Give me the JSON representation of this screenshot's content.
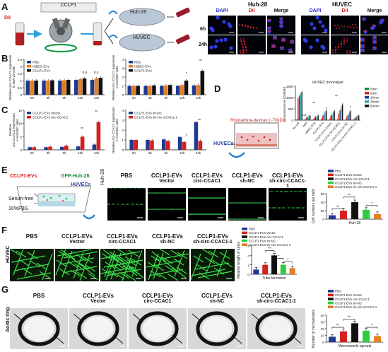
{
  "panel_letters": {
    "A": "A",
    "B": "B",
    "C": "C",
    "D": "D",
    "E": "E",
    "F": "F",
    "G": "G"
  },
  "panelA": {
    "cell_line": "CCLP1",
    "dil_label": "DiI",
    "huh28_dish": "Huh-28",
    "huvec_dish": "HUVEC",
    "huh28_header": "Huh-28",
    "huvec_header": "HUVEC",
    "col_labels": [
      "DAPI",
      "DiI",
      "Merge",
      "DAPI",
      "DiI",
      "Merge"
    ],
    "row_labels": [
      "6h",
      "24h"
    ],
    "colors": {
      "dapi": "#2b2bd6",
      "dil": "#d22020"
    }
  },
  "panelD": {
    "source_label": "Rhodamine-dextran (~70kDa)",
    "cells_label": "HUVECs"
  },
  "panelE": {
    "ev_label": "CCLP1-EVs",
    "gfp_label": "GFP-Huh-28",
    "huvecs_label": "HUVECs",
    "serum_free": "Serum-free",
    "fbs": "10%FBS",
    "row_label": "Huh-28",
    "image_titles": [
      {
        "l1": "PBS",
        "l2": ""
      },
      {
        "l1": "CCLP1-EVs",
        "l2": "Vector"
      },
      {
        "l1": "CCLP1-EVs",
        "l2": "circ-CCAC1"
      },
      {
        "l1": "CCLP1-EVs",
        "l2": "sh-NC"
      },
      {
        "l1": "CCLP1-EVs",
        "l2": "sh-circ-CCAC1-1"
      }
    ]
  },
  "panelF": {
    "row_label": "HUVEC",
    "image_titles": [
      {
        "l1": "PBS",
        "l2": ""
      },
      {
        "l1": "CCLP1-EVs",
        "l2": "Vector"
      },
      {
        "l1": "CCLP1-EVs",
        "l2": "circ-CCAC1"
      },
      {
        "l1": "CCLP1-EVs",
        "l2": "sh-NC"
      },
      {
        "l1": "CCLP1-EVs",
        "l2": "sh-circ-CCAC1-1"
      }
    ]
  },
  "panelG": {
    "row_label": "Aortic ring",
    "image_titles": [
      {
        "l1": "PBS",
        "l2": ""
      },
      {
        "l1": "CCLP1-EVs",
        "l2": "Vector"
      },
      {
        "l1": "CCLP1-EVs",
        "l2": "circ-CCAC1"
      },
      {
        "l1": "CCLP1-EVs",
        "l2": "sh-NC"
      },
      {
        "l1": "CCLP1-EVs",
        "l2": "sh-circ-CCAC1-1"
      }
    ]
  },
  "chart_data": [
    {
      "id": "B1",
      "type": "bar",
      "ylabel": "Relative circ-CCAC1 expression in Huh-28 cells",
      "categories": [
        "0h",
        "3h",
        "6h",
        "12h",
        "24h"
      ],
      "ylim": [
        0,
        2.5
      ],
      "yticks": [
        0,
        0.5,
        1.0,
        1.5,
        2.0,
        2.5
      ],
      "series": [
        {
          "name": "PBS",
          "color": "#1f3a93",
          "values": [
            1.0,
            1.0,
            1.0,
            1.05,
            1.05
          ]
        },
        {
          "name": "HiBEC-EVs",
          "color": "#e67e22",
          "values": [
            1.0,
            1.0,
            1.02,
            1.1,
            1.15
          ]
        },
        {
          "name": "CCLP1-EVs",
          "color": "#111111",
          "values": [
            1.0,
            1.02,
            1.05,
            1.15,
            1.2
          ]
        }
      ],
      "annotations": [
        "n.s",
        "n.s"
      ],
      "legend": "top-left"
    },
    {
      "id": "B2",
      "type": "bar",
      "ylabel": "Relative circ-CCAC1 expression in HUVEC cells",
      "categories": [
        "0h",
        "3h",
        "6h",
        "12h",
        "24h"
      ],
      "ylim": [
        0,
        4
      ],
      "yticks": [
        0,
        1,
        2,
        3,
        4
      ],
      "series": [
        {
          "name": "PBS",
          "color": "#1f3a93",
          "values": [
            1.0,
            1.0,
            1.0,
            1.0,
            1.05
          ]
        },
        {
          "name": "HiBEC-EVs",
          "color": "#e67e22",
          "values": [
            1.0,
            1.0,
            1.05,
            1.1,
            1.1
          ]
        },
        {
          "name": "CCLP1-EVs",
          "color": "#111111",
          "values": [
            1.0,
            1.05,
            1.1,
            1.6,
            2.7
          ]
        }
      ],
      "annotations": [
        "*",
        "**"
      ],
      "legend": "top-left"
    },
    {
      "id": "C1",
      "type": "bar",
      "ylabel": "Relative circ-CCAC1 expression in HUVEC cells",
      "categories": [
        "0h",
        "3h",
        "6h",
        "12h",
        "24h"
      ],
      "ylim": [
        0,
        15
      ],
      "yticks": [
        0,
        5,
        10,
        15
      ],
      "series": [
        {
          "name": "CCLP1-EVs Vector",
          "color": "#1f3a93",
          "values": [
            1.0,
            1.0,
            1.1,
            1.3,
            2.0
          ]
        },
        {
          "name": "CCLP1-EVs circ-CCAC1",
          "color": "#d62020",
          "values": [
            1.0,
            1.2,
            1.6,
            5.0,
            10.5
          ]
        }
      ],
      "annotations": [
        "**",
        "**"
      ],
      "legend": "top-left"
    },
    {
      "id": "C2",
      "type": "bar",
      "ylabel": "Relative circ-CCAC1 expression in HUVEC cells",
      "categories": [
        "0h",
        "3h",
        "6h",
        "12h",
        "24h"
      ],
      "ylim": [
        0,
        4
      ],
      "yticks": [
        0,
        1,
        2,
        3,
        4
      ],
      "series": [
        {
          "name": "CCLP1-EVs sh-NC",
          "color": "#1f3a93",
          "values": [
            1.0,
            1.0,
            1.05,
            1.3,
            2.8
          ]
        },
        {
          "name": "CCLP1-EVs sh-circ-CCAC1-1",
          "color": "#d62020",
          "values": [
            1.0,
            0.95,
            0.9,
            0.8,
            0.9
          ]
        }
      ],
      "annotations": [
        "*",
        "**"
      ],
      "legend": "top-left"
    },
    {
      "id": "D",
      "type": "bar",
      "title": "HUVEC monolayer",
      "ylabel": "Fluorescence (OD590)",
      "categories": [
        "No cell",
        "PBS",
        "HiBEC-EVs",
        "CCLP1-EVs",
        "CCLP1-EVs-Vector",
        "CCLP1-EVs-circ-CCAC1",
        "CCLP1-EVs-sh-NC",
        "CCLP1-EVs-sh-circ-CCAC1-1"
      ],
      "ylim": [
        0,
        1500
      ],
      "yticks": [
        0,
        500,
        1000,
        1500
      ],
      "series": [
        {
          "name": "0min",
          "color": "#1b8a3c",
          "values": [
            5,
            5,
            5,
            5,
            5,
            5,
            5,
            5
          ]
        },
        {
          "name": "5min",
          "color": "#d62020",
          "values": [
            950,
            80,
            90,
            150,
            140,
            260,
            140,
            90
          ]
        },
        {
          "name": "10min",
          "color": "#1f3a93",
          "values": [
            1050,
            110,
            120,
            230,
            220,
            420,
            220,
            120
          ]
        },
        {
          "name": "30min",
          "color": "#22a6b3",
          "values": [
            1150,
            150,
            160,
            330,
            320,
            560,
            320,
            160
          ]
        },
        {
          "name": "60min",
          "color": "#111111",
          "values": [
            1250,
            190,
            200,
            420,
            400,
            700,
            400,
            200
          ]
        }
      ],
      "annotations": [
        "n.s",
        "**",
        "*",
        "**",
        "*"
      ],
      "legend": "right"
    },
    {
      "id": "E",
      "type": "bar",
      "xlabel": "Huh-28",
      "ylabel": "Cell numbers per field",
      "categories": [
        "PBS",
        "CCLP1 EVs Vector",
        "CCLP1 EVs circ-CCAC1",
        "CCLP1 EVs sh-NC",
        "CCLP1 EVs sh-circ-CCAC1-1"
      ],
      "ylim": [
        0,
        60
      ],
      "yticks": [
        0,
        20,
        40,
        60
      ],
      "values": [
        9,
        20,
        40,
        22,
        12
      ],
      "colors": [
        "#1f3a93",
        "#d62020",
        "#111111",
        "#2ecc40",
        "#e67e22"
      ],
      "annotations": [
        "**",
        "**",
        "*"
      ],
      "legend": "top"
    },
    {
      "id": "F",
      "type": "bar",
      "xlabel": "Tube formation",
      "ylabel": "Relative length of tubes",
      "categories": [
        "PBS",
        "CCLP1 EVs Vector",
        "CCLP1 EVs circ-CCAC1",
        "CCLP1 EVs sh-NC",
        "CCLP1 EVs sh-circ-CCAC1-1"
      ],
      "ylim": [
        0,
        6
      ],
      "yticks": [
        0,
        2,
        4,
        6
      ],
      "values": [
        1.0,
        2.0,
        4.0,
        2.0,
        1.3
      ],
      "colors": [
        "#1f3a93",
        "#d62020",
        "#111111",
        "#2ecc40",
        "#e67e22"
      ],
      "annotations": [
        "**",
        "*",
        "*"
      ],
      "legend": "top-left"
    },
    {
      "id": "G",
      "type": "bar",
      "xlabel": "Microvessels sprouts",
      "ylabel": "Number of microvessels",
      "categories": [
        "PBS",
        "CCLP1 EVs Vector",
        "CCLP1 EVs circ-CCAC1",
        "CCLP1 EVs sh-NC",
        "CCLP1 EVs sh-circ-CCAC1-1"
      ],
      "ylim": [
        0,
        40
      ],
      "yticks": [
        0,
        10,
        20,
        30,
        40
      ],
      "values": [
        8,
        16,
        28,
        17,
        9
      ],
      "colors": [
        "#1f3a93",
        "#d62020",
        "#111111",
        "#2ecc40",
        "#e67e22"
      ],
      "annotations": [
        "**",
        "**",
        "*"
      ],
      "legend": "top"
    }
  ]
}
